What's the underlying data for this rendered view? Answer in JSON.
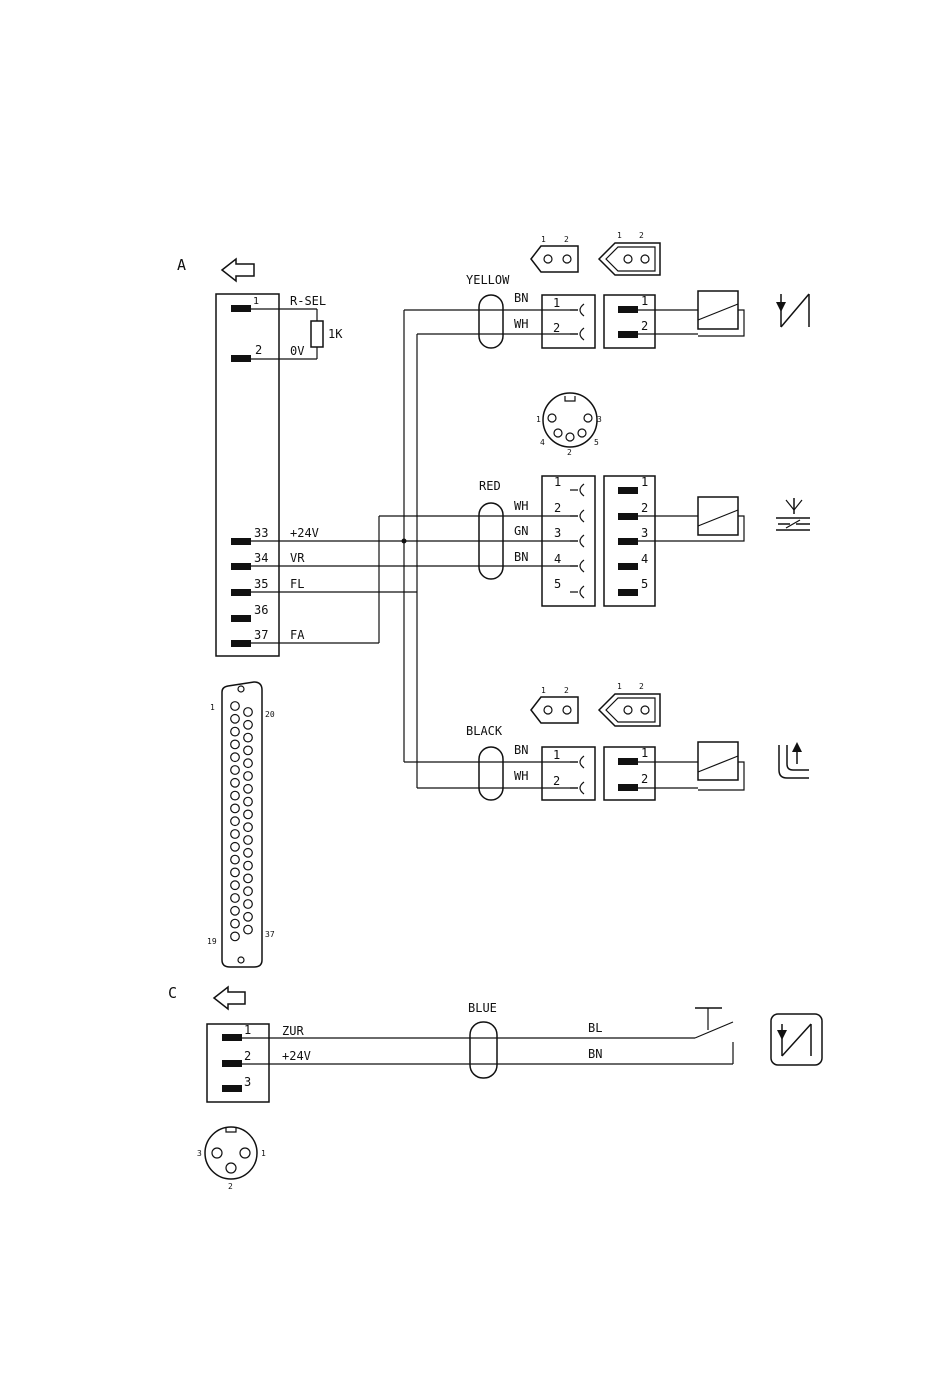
{
  "sections": {
    "a": "A",
    "c": "C"
  },
  "main_connector": {
    "pins": [
      {
        "num": "1",
        "signal": "R-SEL"
      },
      {
        "num": "2",
        "signal": "0V"
      },
      {
        "num": "33",
        "signal": "+24V"
      },
      {
        "num": "34",
        "signal": "VR"
      },
      {
        "num": "35",
        "signal": "FL"
      },
      {
        "num": "36",
        "signal": ""
      },
      {
        "num": "37",
        "signal": "FA"
      }
    ],
    "resistor": "1K"
  },
  "dsub": {
    "pin_1": "1",
    "pin_20": "20",
    "pin_19": "19",
    "pin_37": "37"
  },
  "cables": {
    "yellow": {
      "name": "YELLOW",
      "wires": [
        "BN",
        "WH"
      ],
      "pins": [
        "1",
        "2"
      ],
      "plug_pins": [
        "1",
        "2"
      ]
    },
    "red": {
      "name": "RED",
      "wires": [
        "WH",
        "GN",
        "BN"
      ],
      "pins": [
        "1",
        "2",
        "3",
        "4",
        "5"
      ]
    },
    "black": {
      "name": "BLACK",
      "wires": [
        "BN",
        "WH"
      ],
      "pins": [
        "1",
        "2"
      ],
      "plug_pins": [
        "1",
        "2"
      ]
    },
    "blue": {
      "name": "BLUE",
      "wires": [
        "BL",
        "BN"
      ]
    }
  },
  "din5": {
    "p1": "1",
    "p2": "2",
    "p3": "3",
    "p4": "4",
    "p5": "5"
  },
  "c_connector": {
    "pins": [
      {
        "num": "1",
        "signal": "ZUR"
      },
      {
        "num": "2",
        "signal": "+24V"
      },
      {
        "num": "3",
        "signal": ""
      }
    ]
  },
  "round3": {
    "p1": "1",
    "p2": "2",
    "p3": "3"
  },
  "icons": [
    "arrow-left-icon",
    "knife-down-icon",
    "thread-sensor-icon",
    "lift-up-icon",
    "push-switch-icon"
  ]
}
